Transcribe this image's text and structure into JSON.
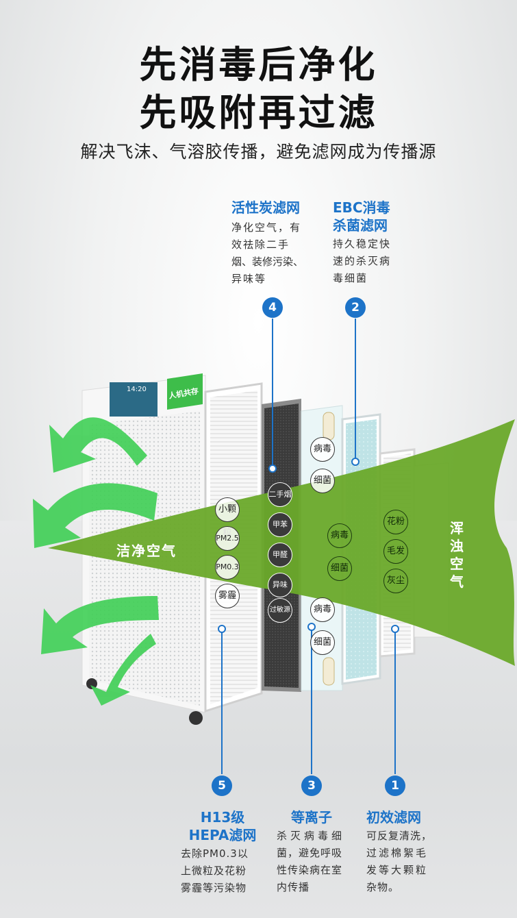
{
  "headline": {
    "line1": "先消毒后净化",
    "line2": "先吸附再过滤",
    "subtitle": "解决飞沫、气溶胶传播，避免滤网成为传播源"
  },
  "filters": {
    "f4": {
      "number": "4",
      "title": "活性炭滤网",
      "desc": [
        "净化空气，有",
        "效祛除二手",
        "烟、装修污染、",
        "异味等"
      ]
    },
    "f2": {
      "number": "2",
      "title": [
        "EBC消毒",
        "杀菌滤网"
      ],
      "desc": [
        "持久稳定快",
        "速的杀灭病",
        "毒细菌"
      ]
    },
    "f5": {
      "number": "5",
      "title": [
        "H13级",
        "HEPA滤网"
      ],
      "desc": [
        "去除PM0.3以",
        "上微粒及花粉",
        "雾霾等污染物"
      ]
    },
    "f3": {
      "number": "3",
      "title": "等离子",
      "desc": [
        "杀灭病毒细",
        "菌，避免呼吸",
        "性传染病在室",
        "内传播"
      ]
    },
    "f1": {
      "number": "1",
      "title": "初效滤网",
      "desc": [
        "可反复清洗，",
        "过滤棉絮毛",
        "发等大颗粒",
        "杂物。"
      ]
    }
  },
  "flow": {
    "clean_air": "洁净空气",
    "dirty_air": [
      "浑",
      "浊",
      "空",
      "气"
    ]
  },
  "pollutants": {
    "hepa": [
      "小颗粒",
      "PM2.5",
      "PM0.3",
      "雾霾"
    ],
    "carbon": [
      "二手烟",
      "甲苯",
      "甲醛",
      "异味",
      "过敏源"
    ],
    "plasma": [
      "病毒",
      "细菌",
      "病毒",
      "细菌",
      "病毒",
      "细菌"
    ],
    "primary": [
      "花粉",
      "毛发",
      "灰尘"
    ]
  },
  "device_screen": {
    "time": "14:20",
    "banner": "人机共存"
  },
  "colors": {
    "accent_blue": "#1d73c8",
    "flow_green": "#6aa92a",
    "arrow_green": "#3fcf55"
  }
}
